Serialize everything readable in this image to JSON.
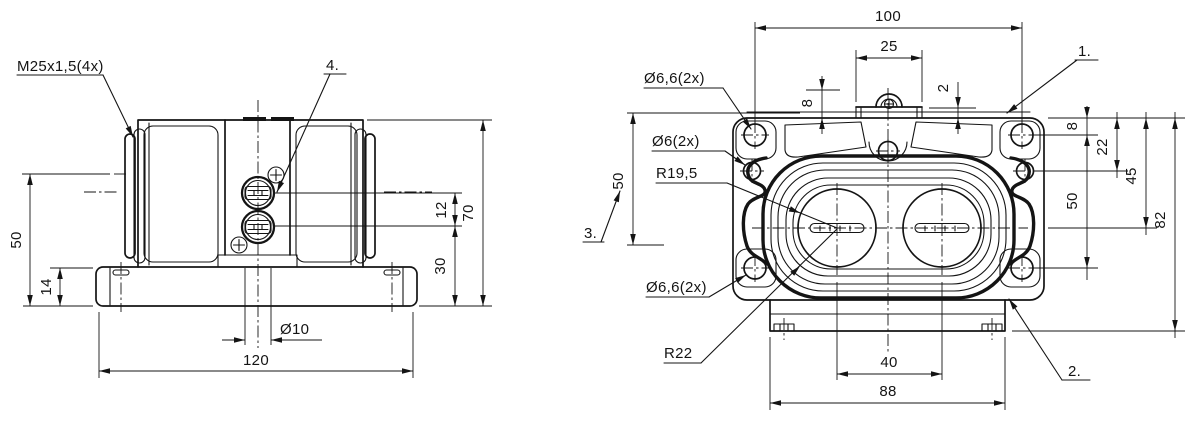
{
  "drawing": {
    "background": "#ffffff",
    "line_color": "#141414",
    "front_view": {
      "labels": {
        "thread": "M25x1,5(4x)",
        "item4": "4."
      },
      "dims": {
        "h50": "50",
        "h14": "14",
        "s12": "12",
        "h30": "30",
        "h70": "70",
        "d10": "Ø10",
        "w120": "120"
      }
    },
    "top_view": {
      "labels": {
        "item1": "1.",
        "item2": "2.",
        "item3": "3.",
        "dia66_top": "Ø6,6(2x)",
        "dia6": "Ø6(2x)",
        "r19_5": "R19,5",
        "dia66_bottom": "Ø6,6(2x)",
        "r22": "R22"
      },
      "dims": {
        "w100": "100",
        "w25": "25",
        "lug8": "8",
        "t2": "2",
        "e8": "8",
        "e22": "22",
        "e45": "45",
        "v50": "50",
        "h82": "82",
        "l50": "50",
        "c40": "40",
        "w88": "88"
      }
    }
  }
}
